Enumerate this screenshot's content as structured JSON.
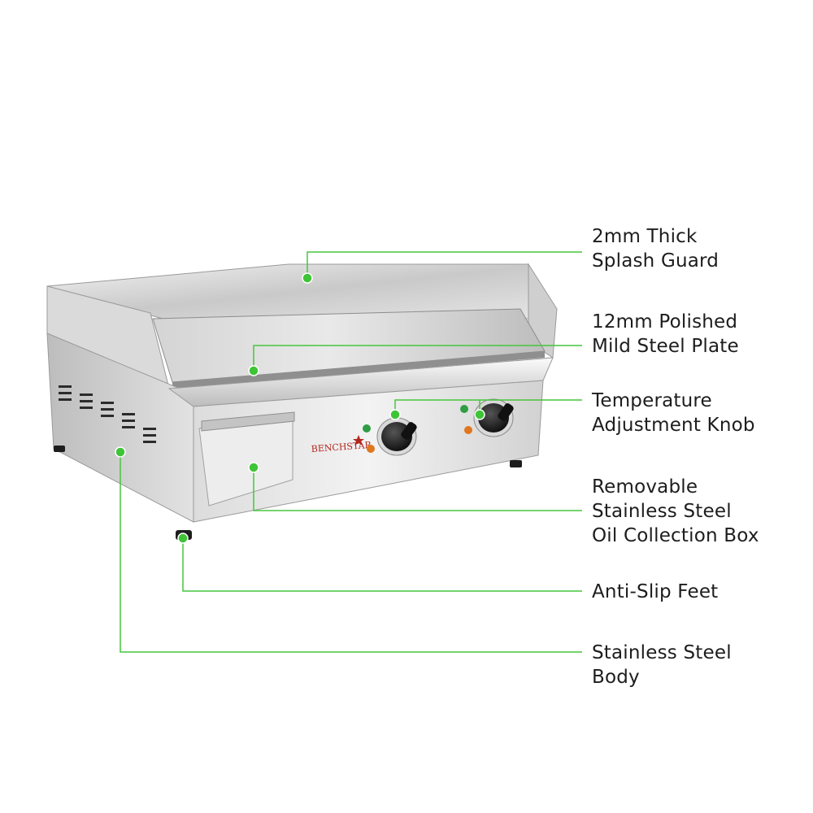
{
  "diagram": {
    "callouts": [
      {
        "id": "splash-guard",
        "lines": [
          "2mm Thick",
          "Splash Guard"
        ]
      },
      {
        "id": "steel-plate",
        "lines": [
          "12mm Polished",
          "Mild Steel Plate"
        ]
      },
      {
        "id": "temperature-knob",
        "lines": [
          "Temperature",
          "Adjustment Knob"
        ]
      },
      {
        "id": "oil-box",
        "lines": [
          "Removable",
          "Stainless Steel",
          "Oil Collection Box"
        ]
      },
      {
        "id": "anti-slip-feet",
        "lines": [
          "Anti-Slip Feet"
        ]
      },
      {
        "id": "steel-body",
        "lines": [
          "Stainless Steel",
          "Body"
        ]
      }
    ],
    "brand_logo_text": "Benchstar",
    "colors": {
      "callout_line": "#47c63d",
      "callout_dot": "#3fc437",
      "steel_light": "#eeeeee",
      "steel_dark": "#a8a8a8",
      "text": "#1d1d1d"
    }
  }
}
